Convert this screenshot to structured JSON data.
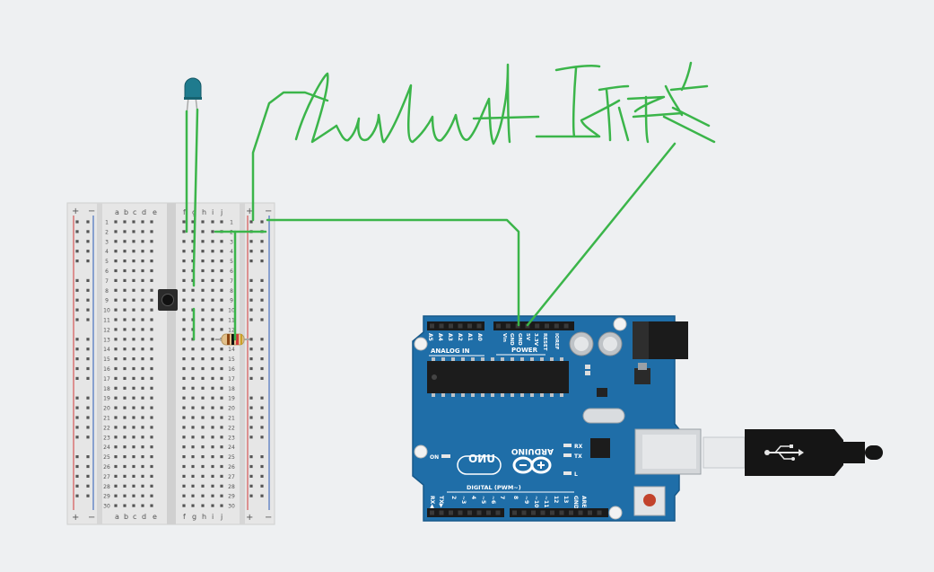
{
  "workspace": {
    "title": "Arduino circuit workspace"
  },
  "colors": {
    "canvas_bg": "#eef0f2",
    "wire": "#3bb54a",
    "arduino_blue": "#1f6ea8",
    "breadboard": "#e8e8e8",
    "led": "#1f7b8e",
    "rail_red": "#d23b3b",
    "rail_blue": "#2a5bb5"
  },
  "breadboard": {
    "columns_left": [
      "a",
      "b",
      "c",
      "d",
      "e"
    ],
    "columns_right": [
      "f",
      "g",
      "h",
      "i",
      "j"
    ],
    "rail_plus": "+",
    "rail_minus": "−",
    "row_count": 30
  },
  "components": {
    "led": {
      "name": "LED",
      "color": "#1f7b8e"
    },
    "pushbutton": {
      "name": "Pushbutton"
    },
    "resistor": {
      "name": "Resistor"
    }
  },
  "drawing": {
    "handwriting": "Lulut Farid"
  },
  "arduino": {
    "brand": "ARDUINO",
    "model": "UNO",
    "on_label": "ON",
    "power_label": "POWER",
    "analog_label": "ANALOG IN",
    "digital_label": "DIGITAL (PWM~)",
    "led_labels": [
      "RX",
      "TX",
      "L"
    ],
    "power_pins": [
      "",
      "IOREF",
      "RESET",
      "3.3V",
      "5V",
      "GND",
      "GND",
      "Vin"
    ],
    "analog_pins": [
      "A0",
      "A1",
      "A2",
      "A3",
      "A4",
      "A5"
    ],
    "digital_pins": [
      "AREF",
      "GND",
      "13",
      "12",
      "~11",
      "~10",
      "~9",
      "8",
      "7",
      "~6",
      "~5",
      "4",
      "~3",
      "2",
      "TX▶1",
      "RX◀0"
    ]
  },
  "usb": {
    "name": "USB cable"
  }
}
